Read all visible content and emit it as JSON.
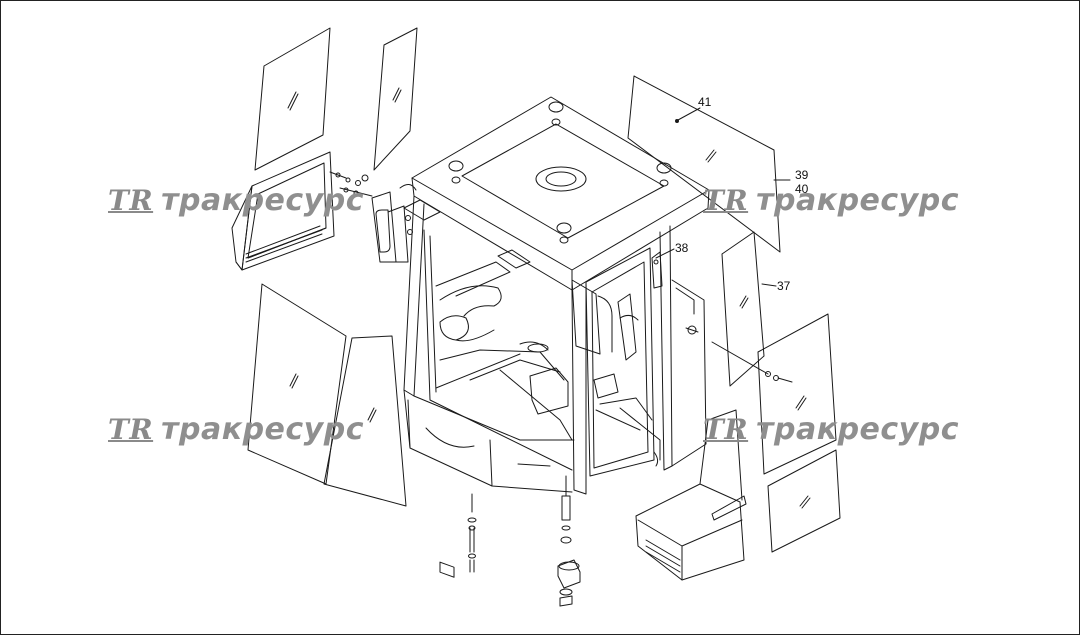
{
  "callouts": {
    "c41": "41",
    "c39": "39",
    "c40": "40",
    "c38": "38",
    "c37": "37"
  },
  "watermark": {
    "logo": "TR",
    "text": "тракресурс"
  },
  "colors": {
    "line": "#1a1a1a",
    "watermark": "#8f8f8f"
  }
}
